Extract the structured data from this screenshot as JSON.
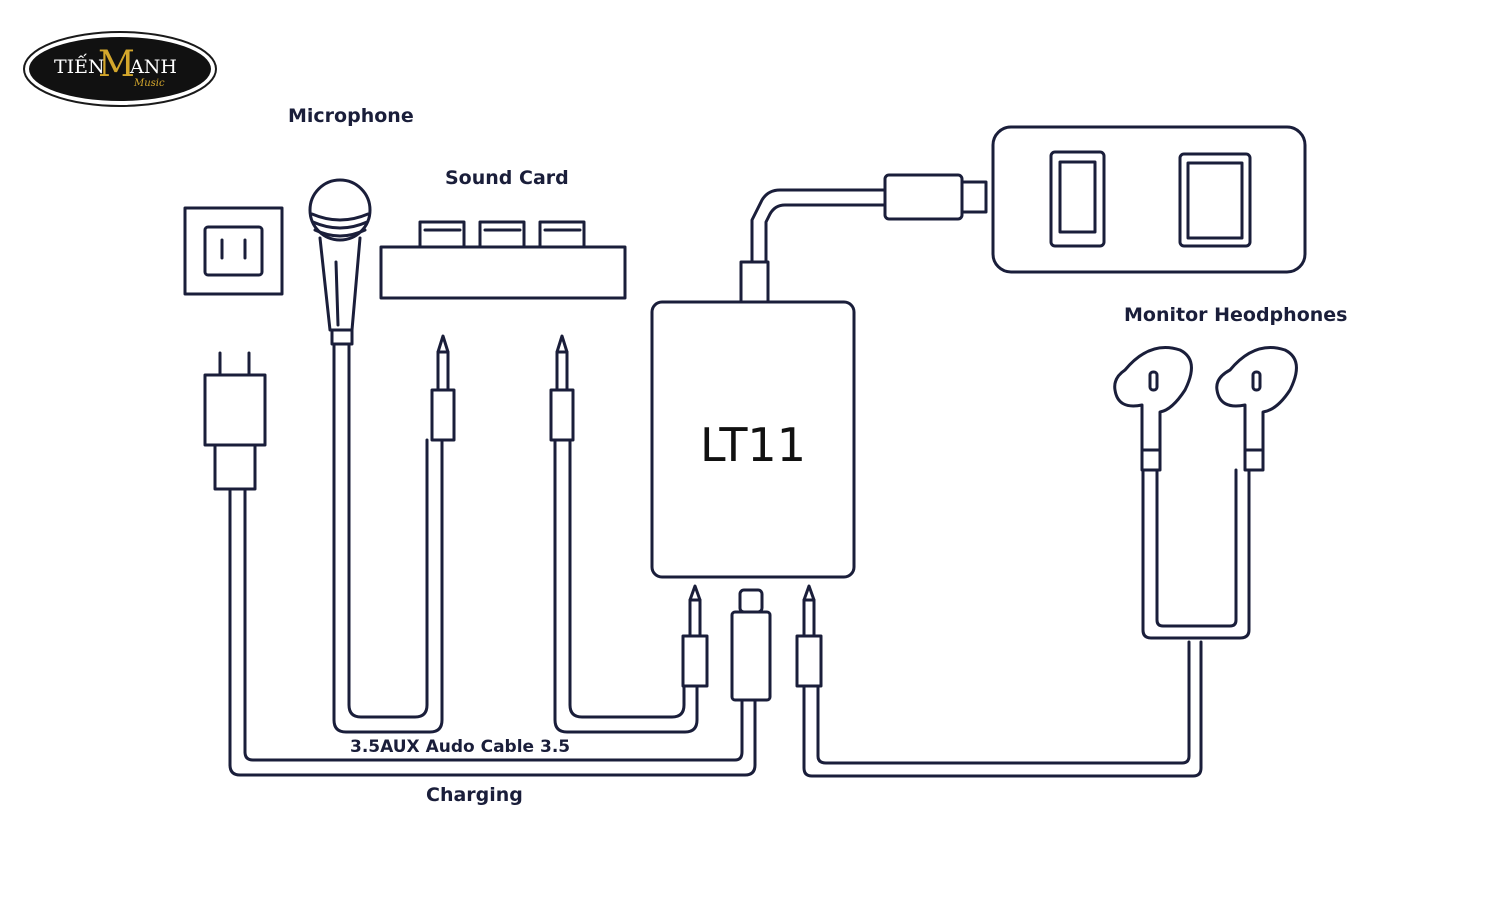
{
  "brand": {
    "left": "TIẾN",
    "big": "M",
    "right": "ANH",
    "sub": "Music",
    "accent_color": "#d4a72c"
  },
  "labels": {
    "microphone": "Microphone",
    "sound_card": "Sound Card",
    "device": "LT11",
    "monitor": "Monitor Heodphones",
    "aux_cable": "3.5AUX Audo Cable 3.5",
    "charging": "Charging"
  },
  "colors": {
    "line": "#1a1e3a",
    "background": "#ffffff"
  }
}
